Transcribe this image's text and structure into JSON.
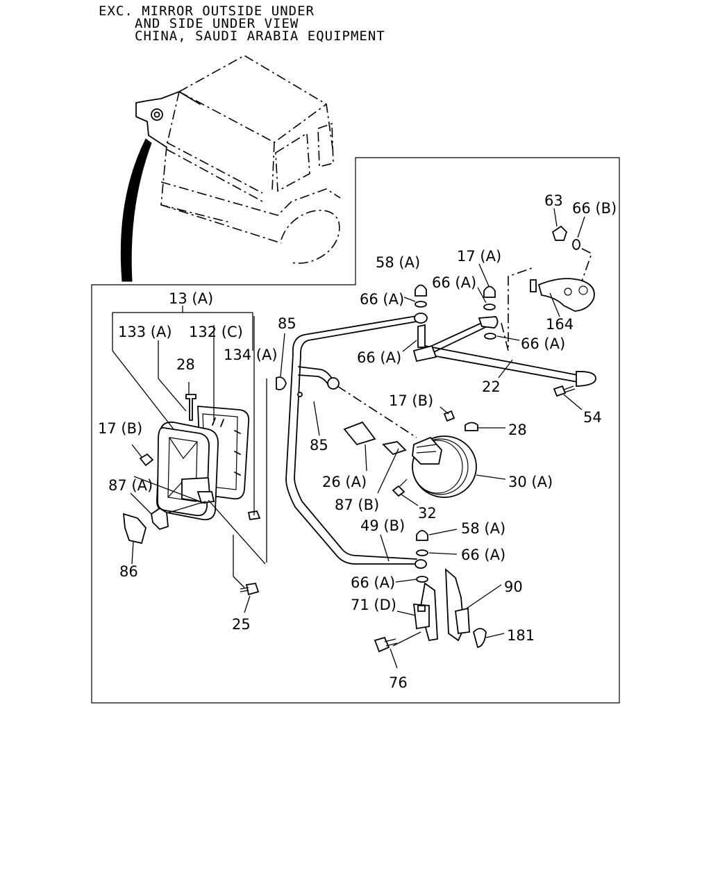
{
  "header": {
    "line1": "EXC. MIRROR OUTSIDE UNDER",
    "line2": "AND SIDE UNDER VIEW",
    "line3": "CHINA, SAUDI ARABIA EQUIPMENT"
  },
  "callouts": {
    "c13A": "13 (A)",
    "c133A": "133 (A)",
    "c132C": "132 (C)",
    "c134A": "134 (A)",
    "c28a": "28",
    "c17Ba": "17 (B)",
    "c87A": "87 (A)",
    "c86": "86",
    "c25": "25",
    "c85a": "85",
    "c85b": "85",
    "c58Aa": "58 (A)",
    "c66Aa": "66 (A)",
    "c66Ab": "66 (A)",
    "c17Aa": "17 (A)",
    "c66Ac": "66 (A)",
    "c66Ad": "66 (A)",
    "c63": "63",
    "c66B": "66 (B)",
    "c164": "164",
    "c22": "22",
    "c54": "54",
    "c17Bb": "17 (B)",
    "c28b": "28",
    "c26A": "26 (A)",
    "c87B": "87 (B)",
    "c30A": "30 (A)",
    "c32": "32",
    "c49B": "49 (B)",
    "c58Ab": "58 (A)",
    "c66Ae": "66 (A)",
    "c66Af": "66 (A)",
    "c71D": "71 (D)",
    "c90": "90",
    "c181": "181",
    "c76": "76"
  }
}
